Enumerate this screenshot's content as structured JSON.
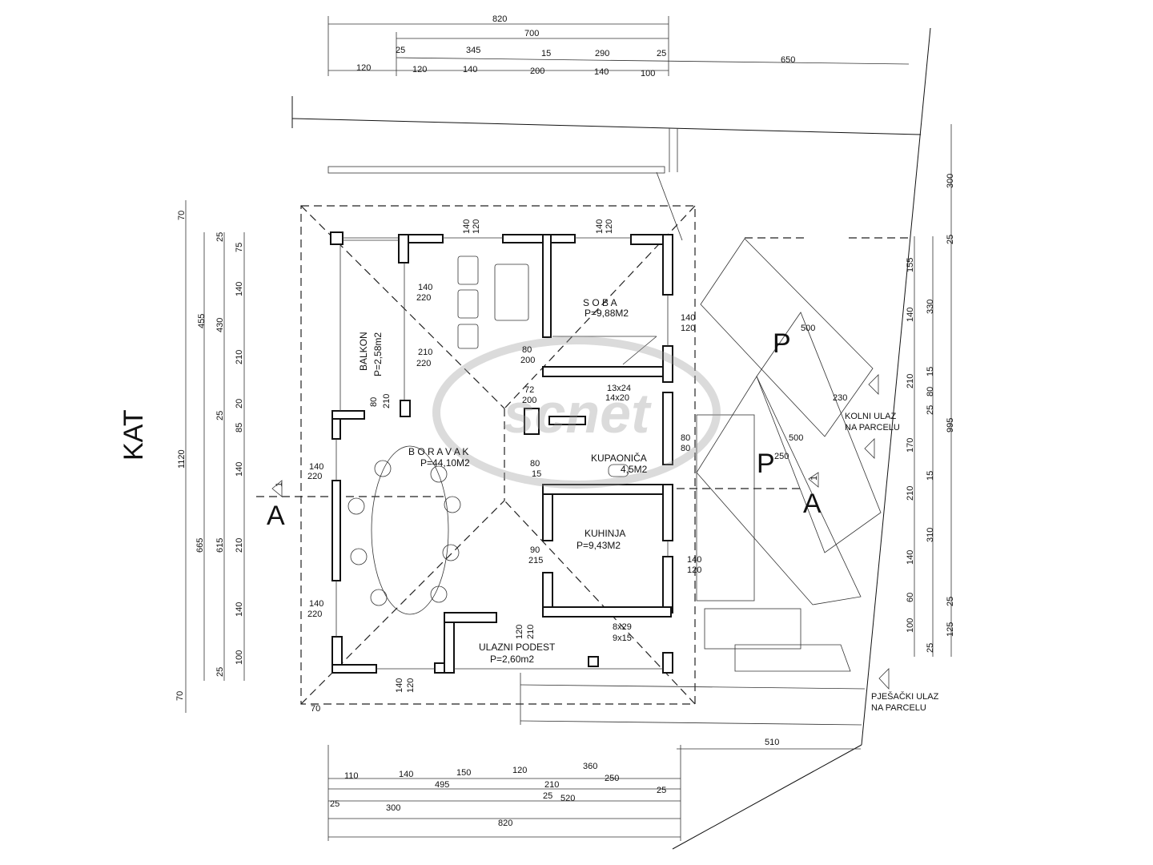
{
  "plan_title": "KAT",
  "rooms": {
    "balkon": {
      "name": "BALKON",
      "area": "P=2,58m2"
    },
    "soba": {
      "name": "S O B A",
      "area": "P=9,88M2"
    },
    "boravak": {
      "name": "B O R A V A K",
      "area": "P=44,10M2"
    },
    "kupaonica": {
      "name": "KUPAONIČA",
      "area": "4,5M2"
    },
    "kuhinja": {
      "name": "KUHINJA",
      "area": "P=9,43M2"
    },
    "ulazni_podest": {
      "name": "ULAZNI PODEST",
      "area": "P=2,60m2"
    }
  },
  "entrances": {
    "kolni": [
      "KOLNI ULAZ",
      "NA PARCELU"
    ],
    "pjesacki": [
      "PJEŠAČKI ULAZ",
      "NA PARCELU"
    ]
  },
  "parking_label": "P",
  "section_mark": {
    "letter": "A",
    "number": "1"
  },
  "watermark": "scnet",
  "dims_top": {
    "d820": "820",
    "d700": "700",
    "row3": [
      "25",
      "345",
      "15",
      "290",
      "25",
      "650"
    ],
    "row4": [
      "120",
      "120",
      "140",
      "200",
      "140",
      "100"
    ]
  },
  "dims_bottom": {
    "row1": [
      "110",
      "140",
      "150",
      "120",
      "360",
      "510"
    ],
    "row2": [
      "495",
      "210",
      "250"
    ],
    "row3": [
      "25",
      "300",
      "25",
      "520",
      "25"
    ],
    "total": "820"
  },
  "dims_left": {
    "outer": [
      "70",
      "1120",
      "70"
    ],
    "col2": [
      "455",
      "665"
    ],
    "col3": [
      "25",
      "430",
      "25",
      "615",
      "25"
    ],
    "col4": [
      "75",
      "140",
      "210",
      "20",
      "85",
      "140",
      "210",
      "140",
      "100"
    ]
  },
  "dims_right": {
    "far": [
      "300",
      "25",
      "995",
      "25",
      "125"
    ],
    "mid": [
      "330",
      "15",
      "25",
      "15",
      "310",
      "25"
    ],
    "near": [
      "155",
      "140",
      "210",
      "80",
      "170",
      "210",
      "140",
      "60",
      "100"
    ]
  },
  "openings": {
    "w140_120": [
      "140",
      "120"
    ],
    "w140_220": [
      "140",
      "220"
    ],
    "w210_220": [
      "210",
      "220"
    ],
    "w80_200": [
      "80",
      "200"
    ],
    "w80_210": [
      "80",
      "210"
    ],
    "w72_200": [
      "72",
      "200"
    ],
    "w80_80": [
      "80",
      "80"
    ],
    "w80_15": [
      "80",
      "15"
    ],
    "w90_215": [
      "90",
      "215"
    ],
    "w120_210": [
      "120",
      "210"
    ],
    "stairs1": [
      "13x24",
      "14x20"
    ],
    "stairs2": [
      "8x29",
      "9x15"
    ],
    "park1": [
      "500",
      "230"
    ],
    "park2": [
      "500",
      "250"
    ]
  }
}
